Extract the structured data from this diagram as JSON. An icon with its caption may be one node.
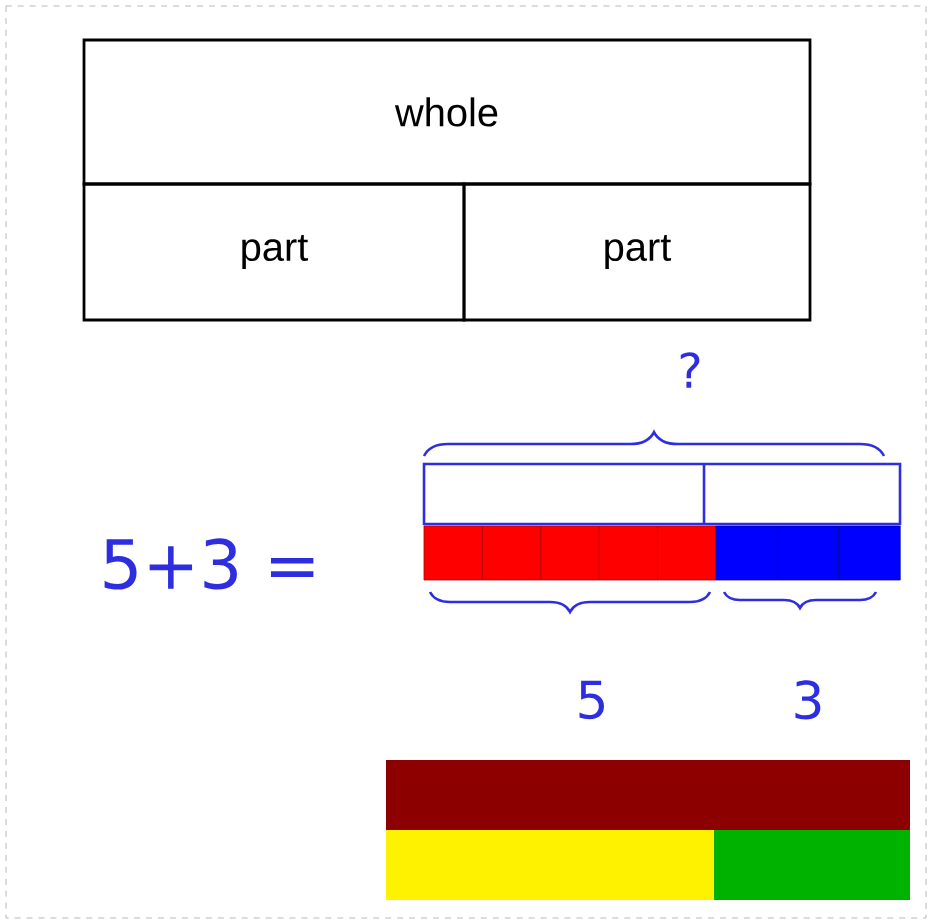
{
  "diagram": {
    "nodes": [
      {
        "text": [
          "whole"
        ]
      },
      {
        "text": [
          "part"
        ]
      },
      {
        "text": [
          "part"
        ]
      }
    ],
    "labels": [
      "5+3 =",
      "?",
      "5",
      "3"
    ]
  }
}
